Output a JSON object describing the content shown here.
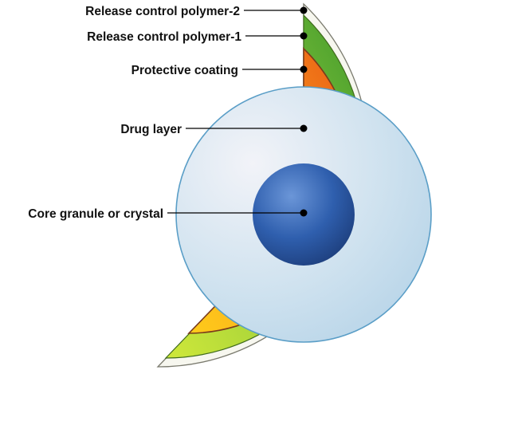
{
  "diagram": {
    "labels": {
      "release_polymer_2": "Release control polymer-2",
      "release_polymer_1": "Release control polymer-1",
      "protective_coating": "Protective coating",
      "drug_layer": "Drug layer",
      "core": "Core granule or crystal"
    },
    "colors": {
      "outer_shell": "#f7f7ef",
      "polymer_1_green": "#7cbd2b",
      "protective_orange": "#f08a1c",
      "drug_layer_blue": "#c9e0ef",
      "core_blue": "#2f5fae",
      "outline_brown": "#7a3b1c"
    }
  }
}
